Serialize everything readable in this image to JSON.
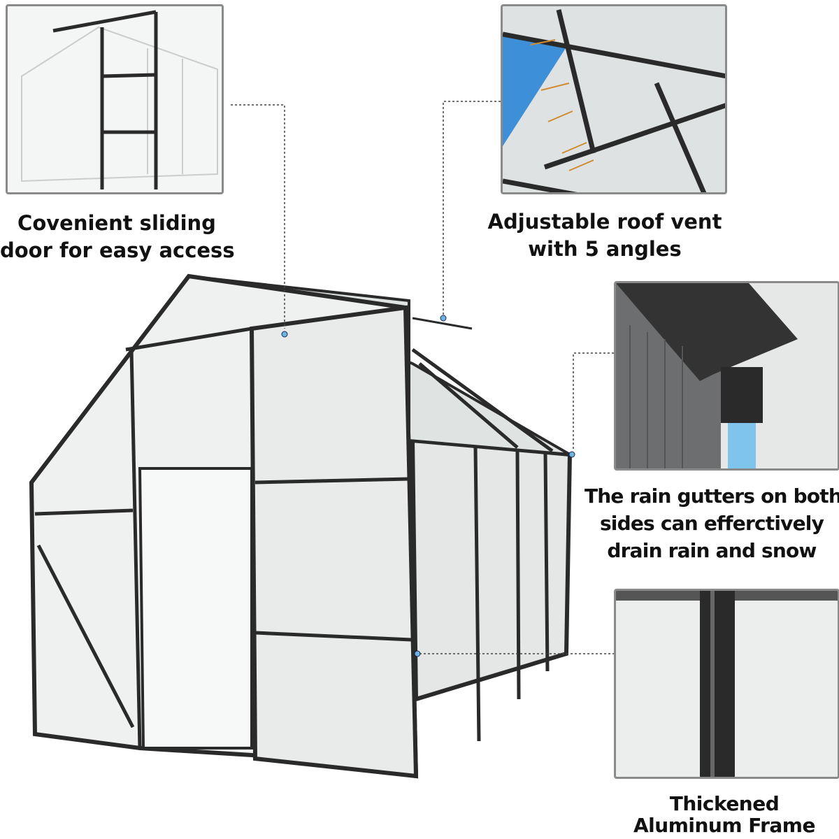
{
  "features": [
    {
      "id": "door",
      "lines": [
        "Covenient sliding",
        "door for easy access"
      ]
    },
    {
      "id": "vent",
      "lines": [
        "Adjustable roof vent",
        "with 5 angles"
      ]
    },
    {
      "id": "gutter",
      "lines": [
        "The rain gutters on both",
        "sides can efferctively",
        "drain rain and snow"
      ]
    },
    {
      "id": "frame",
      "lines": [
        "Thickened",
        "Aluminum Frame"
      ]
    }
  ],
  "colors": {
    "frame": "#2a2a2a",
    "panel": "#e9eceb",
    "border": "#8a8a8a",
    "sky": "#3d8fd8",
    "water": "#7fc4ec",
    "marker": "#6ab6e0"
  }
}
